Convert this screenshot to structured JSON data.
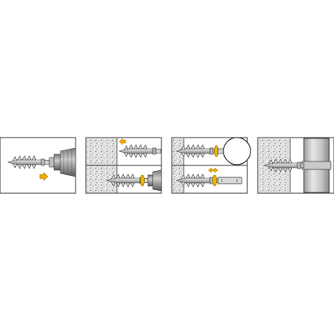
{
  "diagram": {
    "kind": "installation-steps",
    "step_count": 4,
    "steps": [
      {
        "step": 1,
        "panels": [
          "screw-in-drill"
        ]
      },
      {
        "step": 2,
        "panels": [
          "drive-into-insulation",
          "tighten-with-drill"
        ]
      },
      {
        "step": 3,
        "panels": [
          "attach-pipe-clamp",
          "attach-flat-bracket"
        ]
      },
      {
        "step": 4,
        "panels": [
          "mounted-downpipe"
        ]
      }
    ],
    "colors": {
      "outline": "#3a3a3a",
      "screw_metal": "#c9c9c9",
      "insulation_bg": "#e4e4e4",
      "insulation_speckle": "#9a9a9a",
      "arrow_fill": "#f2a900",
      "washer_fill": "#e8b400",
      "pipe_fill": "#cfcfcf"
    },
    "icons": [
      "screw-icon",
      "drill-chuck-icon",
      "arrow-icon",
      "insulation-pattern",
      "pipe-clamp-icon",
      "bracket-icon",
      "downpipe-icon"
    ]
  }
}
